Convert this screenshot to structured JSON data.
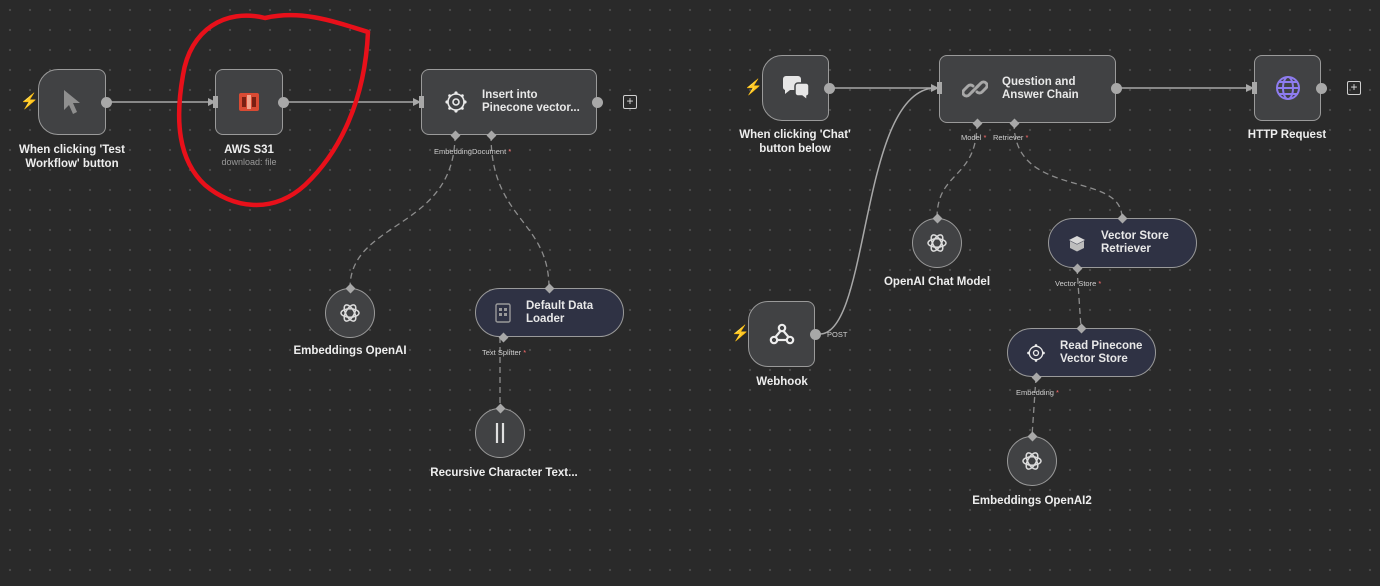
{
  "canvas": {
    "nodes": {
      "test_trigger": {
        "label": "When clicking 'Test Workflow' button"
      },
      "aws_s3": {
        "label": "AWS S31",
        "subtitle": "download: file"
      },
      "insert_pinecone": {
        "title": "Insert into Pinecone vector..."
      },
      "embeddings_openai": {
        "label": "Embeddings OpenAI"
      },
      "default_data_loader": {
        "title": "Default Data Loader"
      },
      "recursive_splitter": {
        "label": "Recursive Character Text..."
      },
      "chat_trigger": {
        "label": "When clicking 'Chat' button below"
      },
      "qa_chain": {
        "title": "Question and Answer Chain"
      },
      "http_request": {
        "label": "HTTP Request"
      },
      "openai_chat_model": {
        "label": "OpenAI Chat Model"
      },
      "vector_store_retriever": {
        "title": "Vector Store Retriever"
      },
      "webhook": {
        "label": "Webhook",
        "output_label": "POST"
      },
      "read_pinecone": {
        "title": "Read Pinecone Vector Store"
      },
      "embeddings_openai2": {
        "label": "Embeddings OpenAI2"
      }
    },
    "ports": {
      "embedding": "Embedding",
      "document": "Document",
      "text_splitter": "Text Splitter",
      "model": "Model",
      "retriever": "Retriever",
      "vector_store": "Vector Store",
      "embedding2": "Embedding",
      "required_mark": "*"
    },
    "add_button": "+",
    "annotation": {
      "color": "#e8101a",
      "shape": "hand-drawn circle around AWS S31 node"
    },
    "colors": {
      "background": "#2a2a2a",
      "node_fill": "#414244",
      "trigger_bolt": "#ff6d5a",
      "aws_orange": "#e0462f",
      "globe_purple": "#8e7cf0"
    }
  }
}
